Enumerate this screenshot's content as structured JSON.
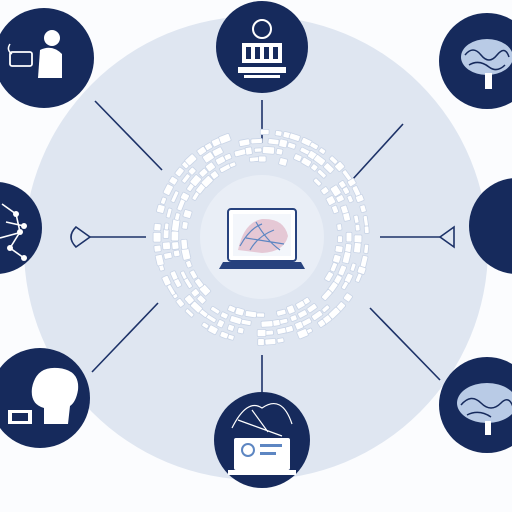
{
  "colors": {
    "background": "#fbfcfe",
    "halo": "#dfe6f1",
    "navy": "#162a5c",
    "connector": "#1d3268",
    "node_art": "#ffffff",
    "accent_blue": "#5d86c2",
    "accent_pink": "#d9a3b6",
    "laptop_frame": "#27427e"
  },
  "diagram": {
    "type": "hub-and-spoke",
    "hub": {
      "icon": "laptop-brain-icon"
    },
    "nodes": [
      {
        "id": "top",
        "icon": "person-at-computer-icon"
      },
      {
        "id": "top-right",
        "icon": "brain-icon"
      },
      {
        "id": "right",
        "icon": "tech-gadgets-icon"
      },
      {
        "id": "bottom-right",
        "icon": "brain-scan-icon"
      },
      {
        "id": "bottom",
        "icon": "laptop-neural-network-icon"
      },
      {
        "id": "bottom-left",
        "icon": "human-head-profile-icon"
      },
      {
        "id": "left",
        "icon": "circuit-network-icon"
      },
      {
        "id": "top-left",
        "icon": "person-with-devices-icon"
      }
    ]
  }
}
